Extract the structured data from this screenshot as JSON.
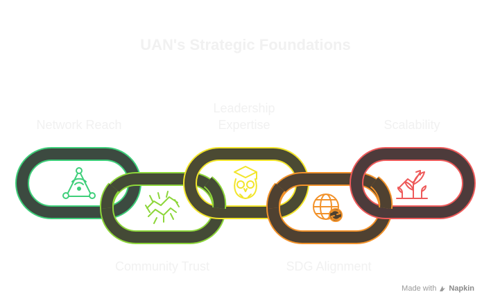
{
  "title": "UAN's Strategic Foundations",
  "links": [
    {
      "label": "Network Reach",
      "icon": "network-signal-icon",
      "color": "#3ecf7a"
    },
    {
      "label": "Community Trust",
      "icon": "handshake-icon",
      "color": "#8dd63a"
    },
    {
      "label_lines": [
        "Leadership",
        "Expertise"
      ],
      "icon": "owl-graduate-icon",
      "color": "#f2e52a"
    },
    {
      "label": "SDG Alignment",
      "icon": "globe-cycle-icon",
      "color": "#f2922a"
    },
    {
      "label": "Scalability",
      "icon": "growth-sprout-icon",
      "color": "#ee5a5a"
    }
  ],
  "footer": {
    "made_with": "Made with",
    "brand": "Napkin"
  }
}
